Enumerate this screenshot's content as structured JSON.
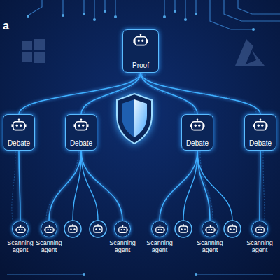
{
  "diagram": {
    "nodes": [
      {
        "text": [
          "Proof"
        ]
      },
      {
        "text": [
          "Debate"
        ]
      },
      {
        "text": [
          "Debate"
        ]
      },
      {
        "text": [
          "Debate"
        ]
      },
      {
        "text": [
          "Debate"
        ]
      },
      {
        "text": [
          "Scanning agent"
        ]
      },
      {
        "text": [
          "Scanning agent"
        ]
      },
      {
        "text": [
          "Scanning agent"
        ]
      },
      {
        "text": [
          "Scanning agent"
        ]
      },
      {
        "text": [
          "Scanning agent"
        ]
      },
      {
        "text": [
          "Scanning agent"
        ]
      }
    ],
    "edges": [
      {
        "from": 0,
        "to": 1,
        "arrow": "none"
      },
      {
        "from": 0,
        "to": 2,
        "arrow": "none"
      },
      {
        "from": 0,
        "to": 3,
        "arrow": "none"
      },
      {
        "from": 0,
        "to": 4,
        "arrow": "none"
      },
      {
        "from": 1,
        "to": 5,
        "arrow": "none"
      },
      {
        "from": 2,
        "to": 6,
        "arrow": "none"
      },
      {
        "from": 2,
        "to": 7,
        "arrow": "none"
      },
      {
        "from": 3,
        "to": 8,
        "arrow": "none"
      },
      {
        "from": 3,
        "to": 9,
        "arrow": "none"
      },
      {
        "from": 4,
        "to": 10,
        "arrow": "none"
      }
    ],
    "labels": [
      "a"
    ]
  }
}
